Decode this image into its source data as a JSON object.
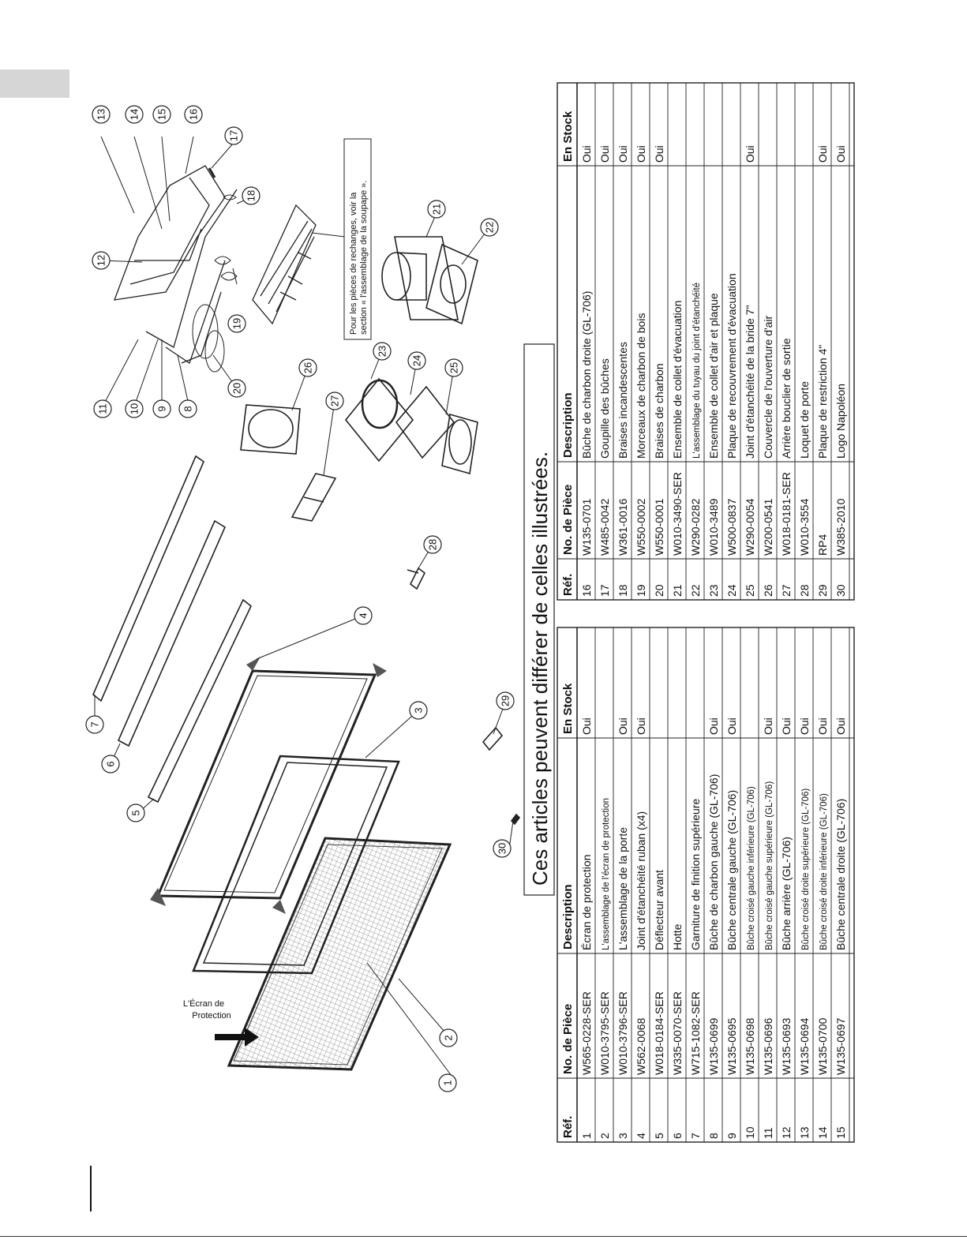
{
  "caption": "Ces articles peuvent différer de celles illustrées.",
  "screen_label": [
    "L'Écran de",
    "Protection"
  ],
  "valve_note": [
    "Pour les pièces de rechanges, voir la",
    "section « l'assemblage de la soupape »."
  ],
  "headers": {
    "ref": "Réf.",
    "part": "No. de Pièce",
    "desc": "Description",
    "stock": "En Stock"
  },
  "table1": [
    {
      "ref": "1",
      "part": "W565-0228-SER",
      "desc": "Écran de protection",
      "stock": "Oui"
    },
    {
      "ref": "2",
      "part": "W010-3795-SER",
      "desc": "L'assemblage de l'écran de protection",
      "stock": ""
    },
    {
      "ref": "3",
      "part": "W010-3796-SER",
      "desc": "L'assemblage de la porte",
      "stock": "Oui"
    },
    {
      "ref": "4",
      "part": "W562-0068",
      "desc": "Joint d'étanchéité ruban (x4)",
      "stock": "Oui"
    },
    {
      "ref": "5",
      "part": "W018-0184-SER",
      "desc": "Déflecteur avant",
      "stock": ""
    },
    {
      "ref": "6",
      "part": "W335-0070-SER",
      "desc": "Hotte",
      "stock": ""
    },
    {
      "ref": "7",
      "part": "W715-1082-SER",
      "desc": "Garniture de finition supérieure",
      "stock": ""
    },
    {
      "ref": "8",
      "part": "W135-0699",
      "desc": "Bûche de charbon gauche (GL-706)",
      "stock": "Oui"
    },
    {
      "ref": "9",
      "part": "W135-0695",
      "desc": "Bûche centrale gauche (GL-706)",
      "stock": "Oui"
    },
    {
      "ref": "10",
      "part": "W135-0698",
      "desc": "Bûche croisé gauche inférieure (GL-706)",
      "stock": ""
    },
    {
      "ref": "11",
      "part": "W135-0696",
      "desc": "Bûche croisé gauche supérieure (GL-706)",
      "stock": "Oui"
    },
    {
      "ref": "12",
      "part": "W135-0693",
      "desc": "Bûche arrière (GL-706)",
      "stock": "Oui"
    },
    {
      "ref": "13",
      "part": "W135-0694",
      "desc": "Bûche croisé droite supérieure (GL-706)",
      "stock": "Oui"
    },
    {
      "ref": "14",
      "part": "W135-0700",
      "desc": "Bûche croisé droite inférieure (GL-706)",
      "stock": "Oui"
    },
    {
      "ref": "15",
      "part": "W135-0697",
      "desc": "Bûche centrale droite (GL-706)",
      "stock": "Oui"
    }
  ],
  "table2": [
    {
      "ref": "16",
      "part": "W135-0701",
      "desc": "Bûche de charbon droite (GL-706)",
      "stock": "Oui"
    },
    {
      "ref": "17",
      "part": "W485-0042",
      "desc": "Goupille des bûches",
      "stock": "Oui"
    },
    {
      "ref": "18",
      "part": "W361-0016",
      "desc": "Braises incandescentes",
      "stock": "Oui"
    },
    {
      "ref": "19",
      "part": "W550-0002",
      "desc": "Morceaux de charbon de bois",
      "stock": "Oui"
    },
    {
      "ref": "20",
      "part": "W550-0001",
      "desc": "Braises de charbon",
      "stock": "Oui"
    },
    {
      "ref": "21",
      "part": "W010-3490-SER",
      "desc": "Ensemble de collet d'évacuation",
      "stock": ""
    },
    {
      "ref": "22",
      "part": "W290-0282",
      "desc": "L'assemblage du tuyau du joint d'étanchéité",
      "stock": ""
    },
    {
      "ref": "23",
      "part": "W010-3489",
      "desc": "Ensemble de collet d'air et plaque",
      "stock": ""
    },
    {
      "ref": "24",
      "part": "W500-0837",
      "desc": "Plaque de recouvrement d'évacuation",
      "stock": ""
    },
    {
      "ref": "25",
      "part": "W290-0054",
      "desc": "Joint d'étanchéité de la bride 7\"",
      "stock": "Oui"
    },
    {
      "ref": "26",
      "part": "W200-0541",
      "desc": "Couvercle de l'ouverture d'air",
      "stock": ""
    },
    {
      "ref": "27",
      "part": "W018-0181-SER",
      "desc": "Arrière bouclier de sortie",
      "stock": ""
    },
    {
      "ref": "28",
      "part": "W010-3554",
      "desc": "Loquet de porte",
      "stock": ""
    },
    {
      "ref": "29",
      "part": "RP4",
      "desc": "Plaque de restriction 4\"",
      "stock": "Oui"
    },
    {
      "ref": "30",
      "part": "W385-2010",
      "desc": "Logo Napoléon",
      "stock": "Oui"
    }
  ],
  "callouts": [
    "1",
    "2",
    "3",
    "4",
    "5",
    "6",
    "7",
    "8",
    "9",
    "10",
    "11",
    "12",
    "13",
    "14",
    "15",
    "16",
    "17",
    "18",
    "19",
    "20",
    "21",
    "22",
    "23",
    "24",
    "25",
    "26",
    "27",
    "28",
    "29",
    "30"
  ]
}
